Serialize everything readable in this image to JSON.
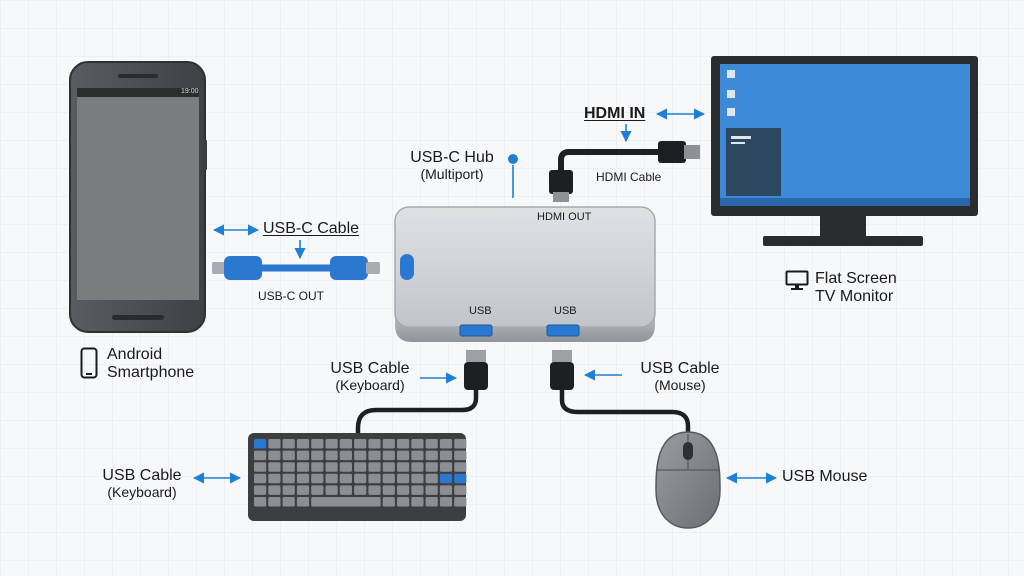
{
  "colors": {
    "accent": "#1f7fd4",
    "hub": "#c9ccd1",
    "device_dark": "#4a4c50",
    "screen": "#3d8ad8",
    "usb_blue": "#2b78d0"
  },
  "phone": {
    "status_time": "19:00",
    "label": [
      "Android",
      "Smartphone"
    ],
    "icon": "smartphone-icon"
  },
  "hub": {
    "title": [
      "USB-C Hub",
      "(Multiport)"
    ],
    "hdmi_out": "HDMI OUT",
    "usb_port_left": "USB",
    "usb_port_right": "USB"
  },
  "usbc": {
    "cable_label": "USB-C Cable",
    "out_label": "USB-C OUT"
  },
  "hdmi": {
    "in_label": "HDMI IN",
    "cable_label": "HDMI Cable"
  },
  "monitor": {
    "label": [
      "Flat Screen",
      "TV Monitor"
    ],
    "icon": "monitor-icon"
  },
  "keyboard_cable_top": [
    "USB Cable",
    "(Keyboard)"
  ],
  "mouse_cable_top": [
    "USB Cable",
    "(Mouse)"
  ],
  "keyboard_label": [
    "USB Cable",
    "(Keyboard)"
  ],
  "mouse_label": "USB Mouse"
}
